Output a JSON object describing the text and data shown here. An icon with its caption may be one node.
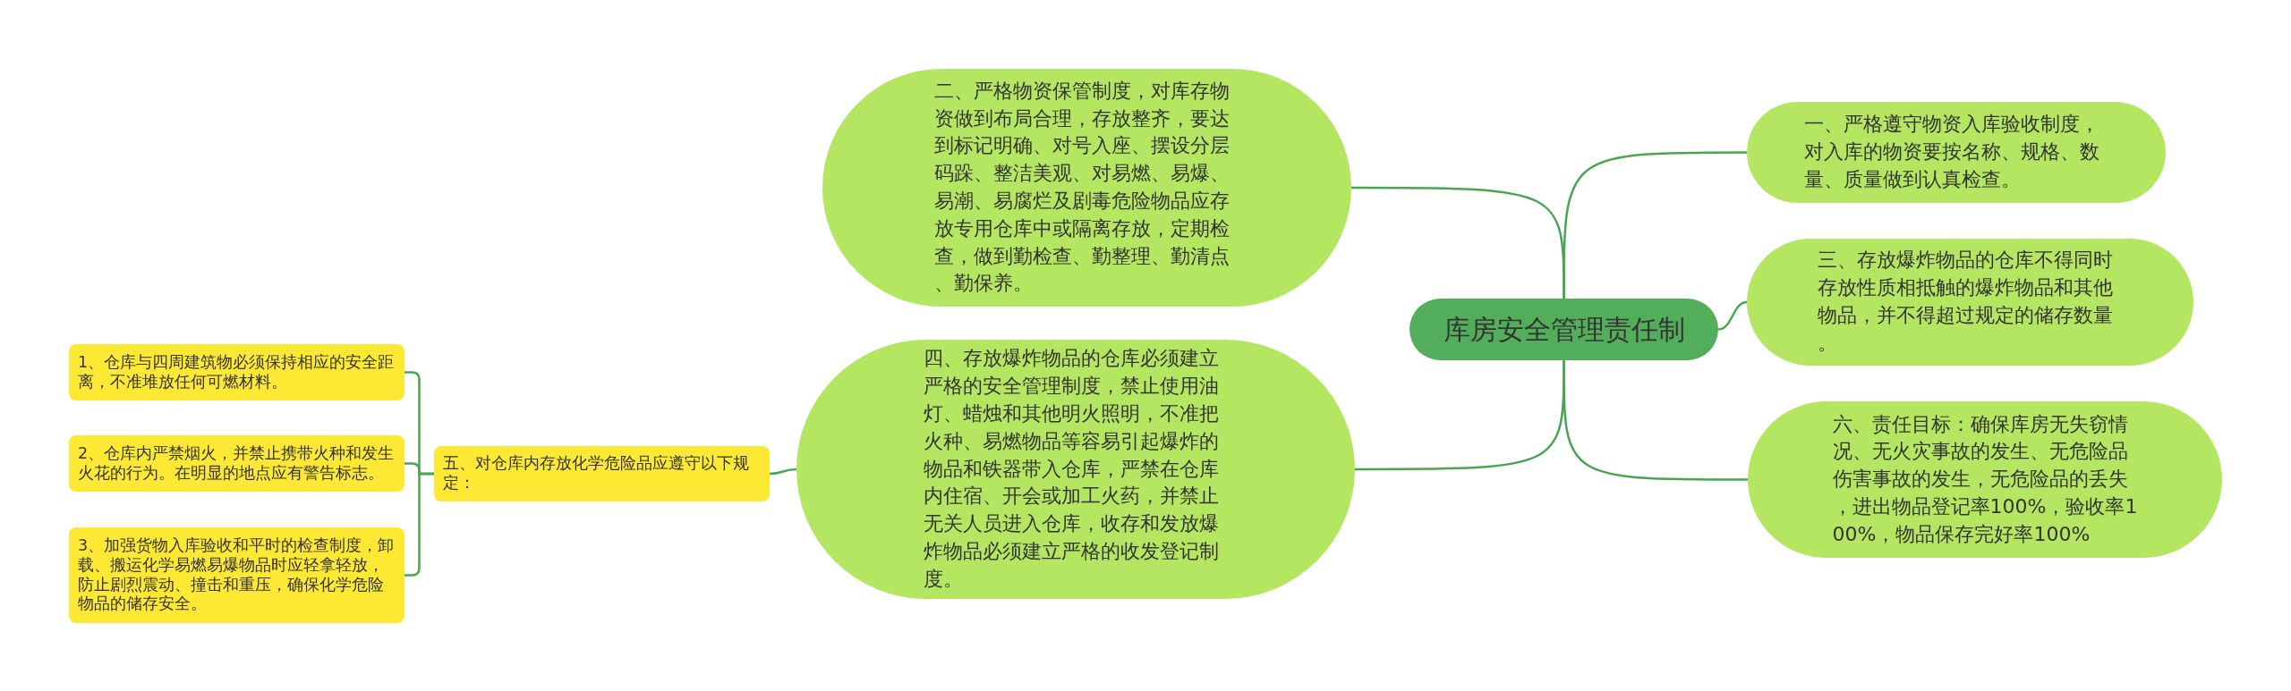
{
  "diagram": {
    "nodes": [
      {
        "text": [
          "库房安全管理责任制"
        ]
      },
      {
        "text": [
          "二、严格物资保管制度，对库存物资做到布局合理，存放整齐，要达到标记明确、对号入座、摆设分层码跺、整洁美观、对易燃、易爆、易潮、易腐烂及剧毒危险物品应存放专用仓库中或隔离存放，定期检查，做到勤检查、勤整理、勤清点、勤保养。"
        ]
      },
      {
        "text": [
          "四、存放爆炸物品的仓库必须建立严格的安全管理制度，禁止使用油灯、蜡烛和其他明火照明，不准把火种、易燃物品等容易引起爆炸的物品和铁器带入仓库，严禁在仓库内住宿、开会或加工火药，并禁止无关人员进入仓库，收存和发放爆炸物品必须建立严格的收发登记制度。"
        ]
      },
      {
        "text": [
          "五、对仓库内存放化学危险品应遵守以下规定："
        ]
      },
      {
        "text": [
          "1、仓库与四周建筑物必须保持相应的安全距离，不准堆放任何可燃材料。"
        ]
      },
      {
        "text": [
          "2、仓库内严禁烟火，并禁止携带火种和发生火花的行为。在明显的地点应有警告标志。"
        ]
      },
      {
        "text": [
          "3、加强货物入库验收和平时的检查制度，卸载、搬运化学易燃易爆物品时应轻拿轻放，防止剧烈震动、撞击和重压，确保化学危险物品的储存安全。"
        ]
      },
      {
        "text": [
          "一、严格遵守物资入库验收制度，对入库的物资要按名称、规格、数量、质量做到认真检查。"
        ]
      },
      {
        "text": [
          "三、存放爆炸物品的仓库不得同时存放性质相抵触的爆炸物品和其他物品，并不得超过规定的储存数量。"
        ]
      },
      {
        "text": [
          "六、责任目标：确保库房无失窃情况、无火灾事故的发生、无危险品伤害事故的发生，无危险品的丢失，进出物品登记率100%，验收率100%，物品保存完好率100%"
        ]
      }
    ],
    "edges": [
      {
        "from": 0,
        "to": 1,
        "arrow": "none"
      },
      {
        "from": 0,
        "to": 2,
        "arrow": "none"
      },
      {
        "from": 2,
        "to": 3,
        "arrow": "none"
      },
      {
        "from": 3,
        "to": 4,
        "arrow": "none"
      },
      {
        "from": 3,
        "to": 5,
        "arrow": "none"
      },
      {
        "from": 3,
        "to": 6,
        "arrow": "none"
      },
      {
        "from": 0,
        "to": 7,
        "arrow": "none"
      },
      {
        "from": 0,
        "to": 8,
        "arrow": "none"
      },
      {
        "from": 0,
        "to": 9,
        "arrow": "none"
      }
    ]
  }
}
